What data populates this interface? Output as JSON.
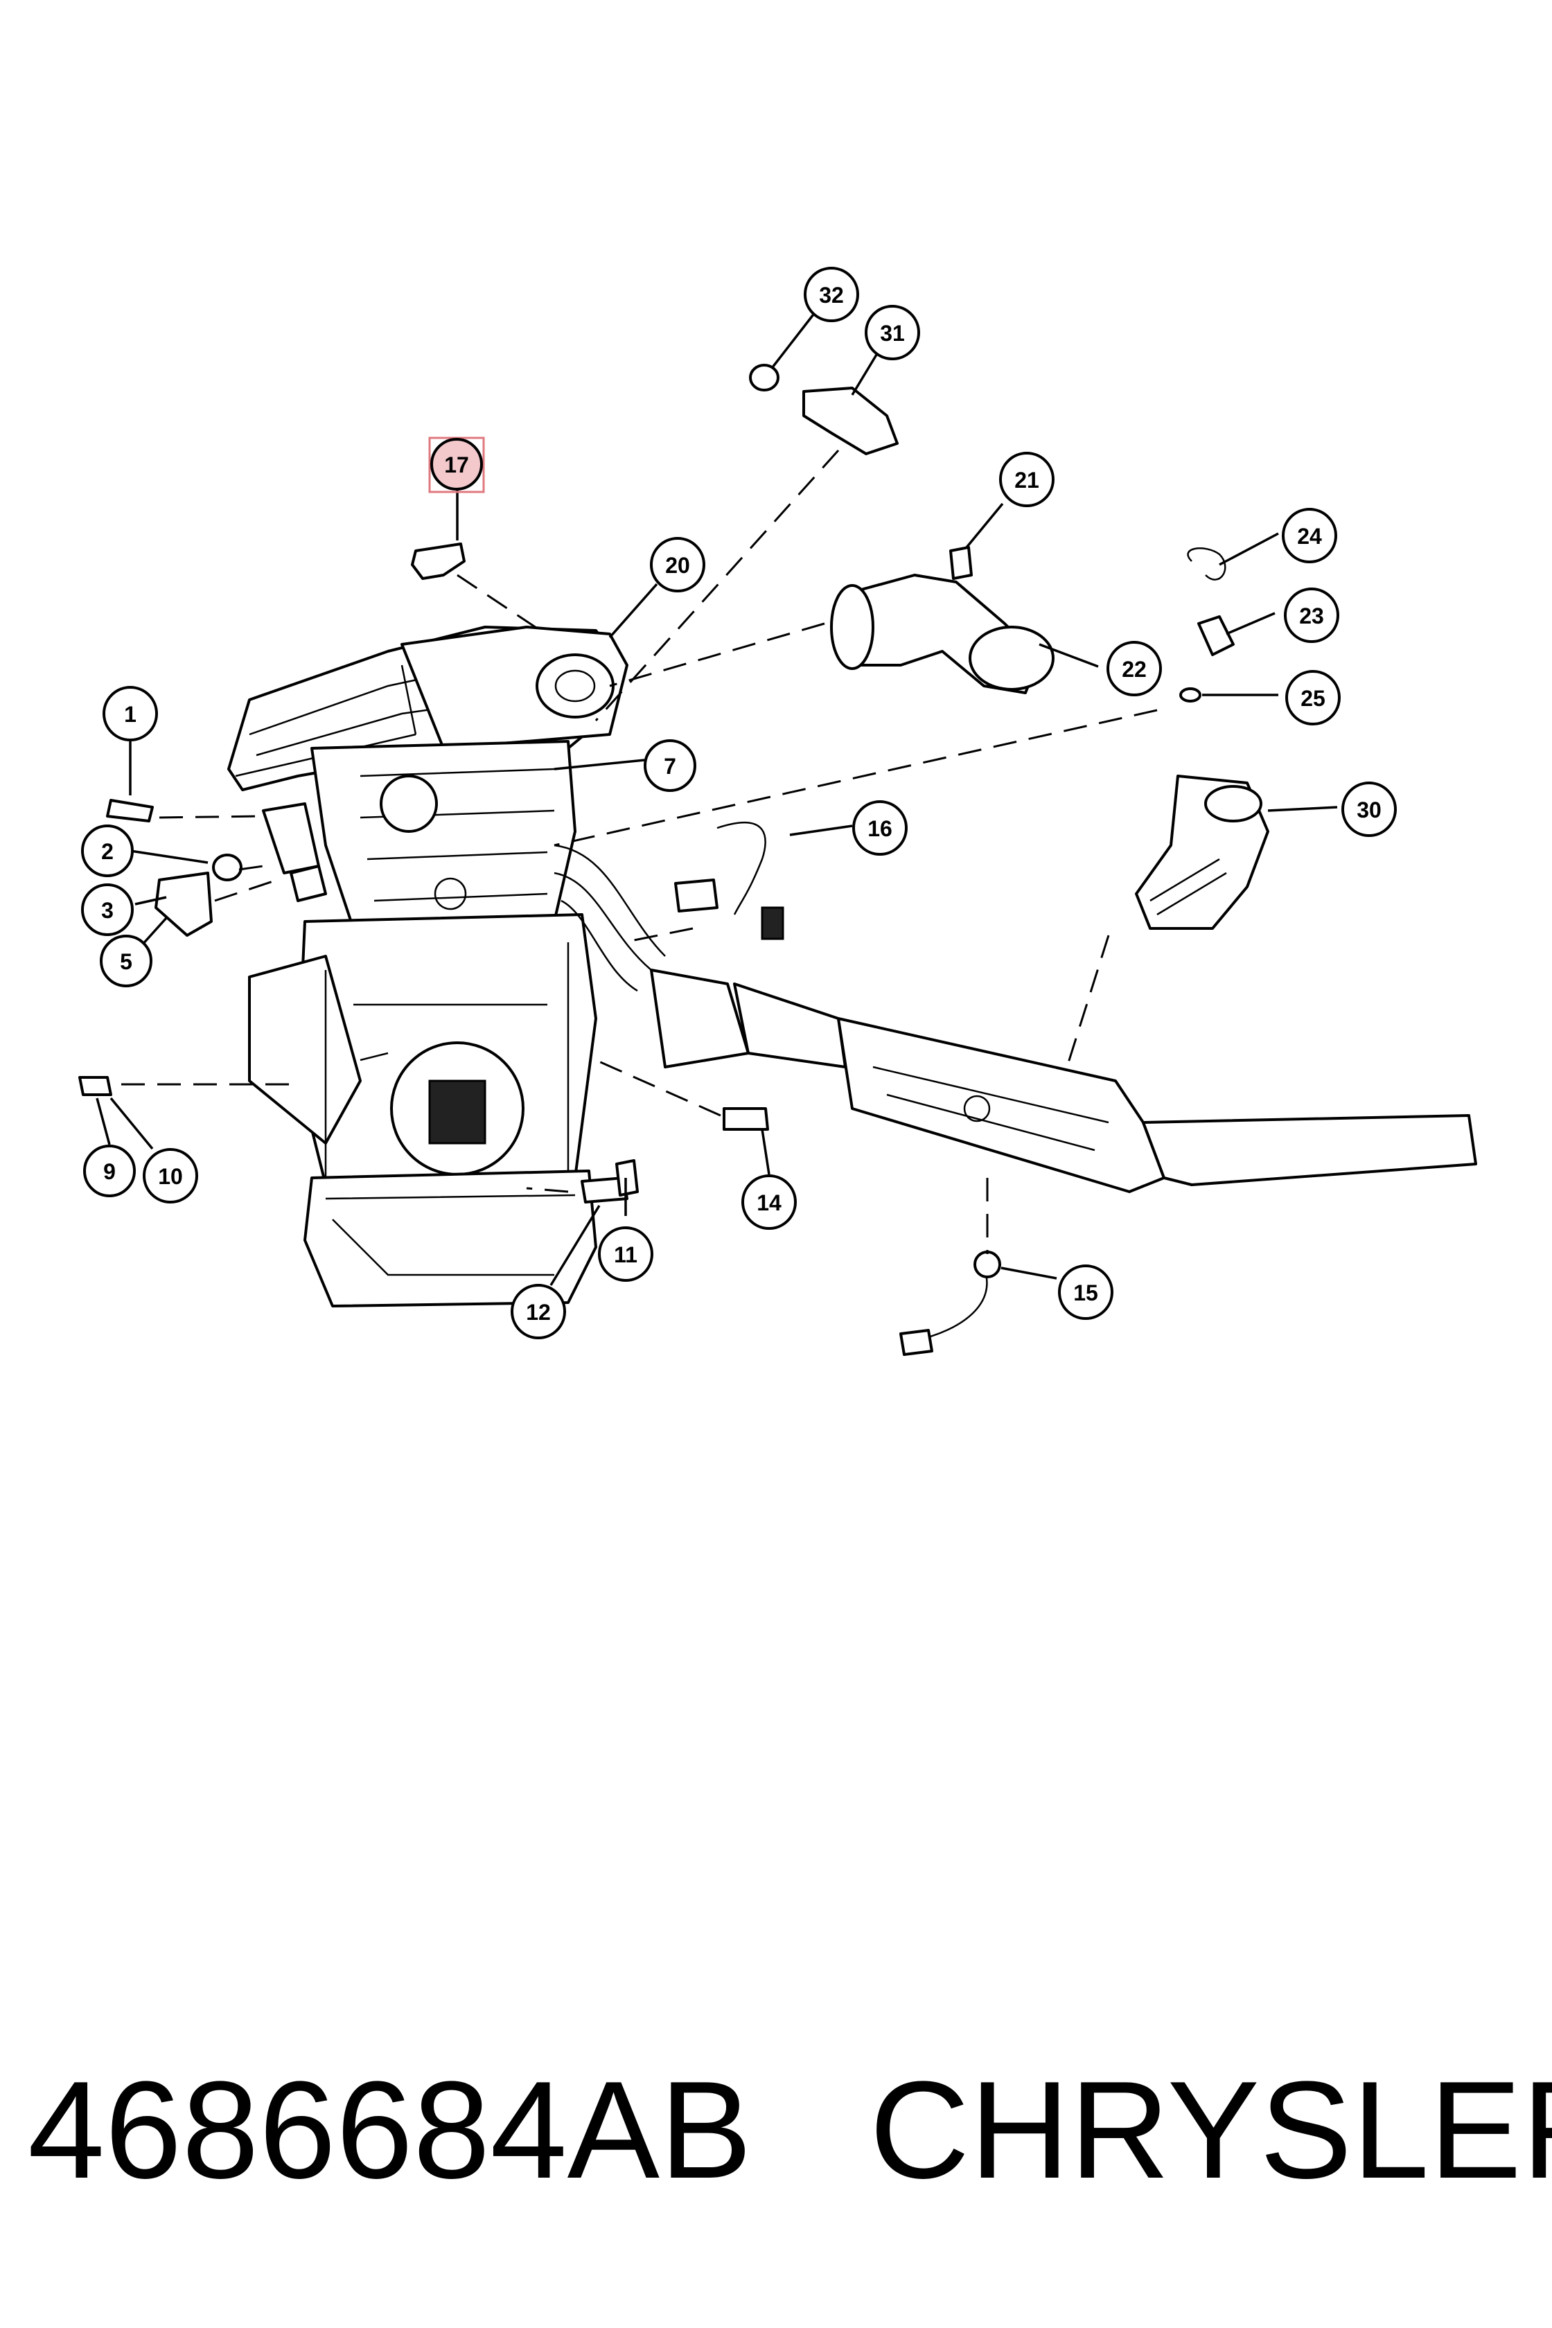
{
  "diagram": {
    "callouts": [
      {
        "id": "1",
        "label": "1"
      },
      {
        "id": "2",
        "label": "2"
      },
      {
        "id": "3",
        "label": "3"
      },
      {
        "id": "5",
        "label": "5"
      },
      {
        "id": "7",
        "label": "7"
      },
      {
        "id": "9",
        "label": "9"
      },
      {
        "id": "10",
        "label": "10"
      },
      {
        "id": "11",
        "label": "11"
      },
      {
        "id": "12",
        "label": "12"
      },
      {
        "id": "14",
        "label": "14"
      },
      {
        "id": "15",
        "label": "15"
      },
      {
        "id": "16",
        "label": "16"
      },
      {
        "id": "17",
        "label": "17",
        "highlighted": true
      },
      {
        "id": "20",
        "label": "20"
      },
      {
        "id": "21",
        "label": "21"
      },
      {
        "id": "22",
        "label": "22"
      },
      {
        "id": "23",
        "label": "23"
      },
      {
        "id": "24",
        "label": "24"
      },
      {
        "id": "25",
        "label": "25"
      },
      {
        "id": "30",
        "label": "30"
      },
      {
        "id": "31",
        "label": "31"
      },
      {
        "id": "32",
        "label": "32"
      }
    ],
    "highlight_color": "#e0787f"
  },
  "footer": {
    "part_number": "4686684AB",
    "brand": "CHRYSLER"
  }
}
